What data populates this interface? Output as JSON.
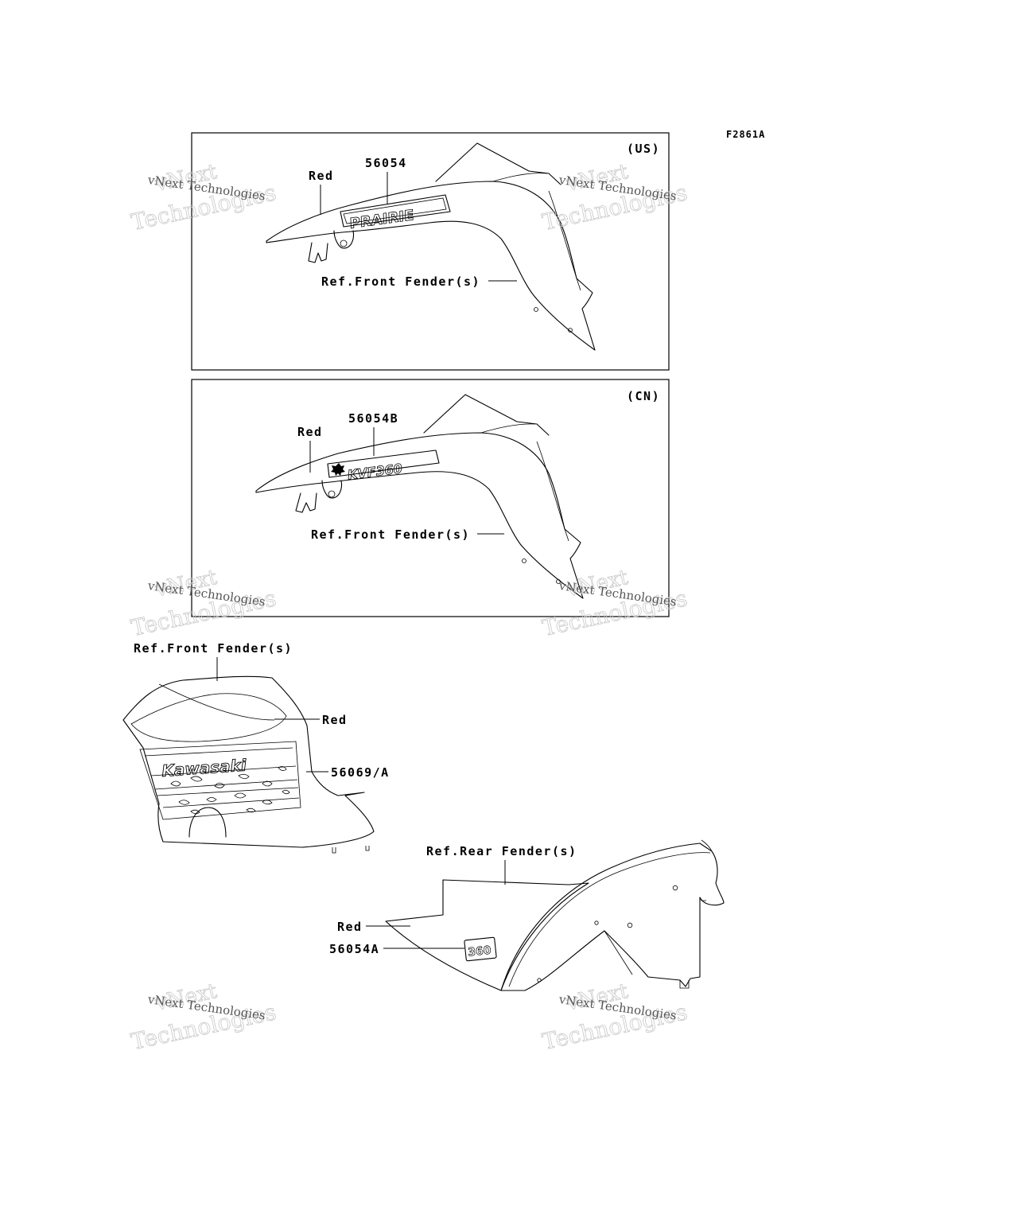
{
  "figure_code": "F2861A",
  "watermark": {
    "line1": "vNext",
    "line2": "Technologies",
    "small": "vNext Technologies"
  },
  "panel_us": {
    "region": "(US)",
    "part_number": "56054",
    "color_label": "Red",
    "ref_label": "Ref.Front Fender(s)",
    "decal_text": "PRAIRIE"
  },
  "panel_cn": {
    "region": "(CN)",
    "part_number": "56054B",
    "color_label": "Red",
    "ref_label": "Ref.Front Fender(s)",
    "decal_text": "KVF360"
  },
  "front_side": {
    "ref_label": "Ref.Front Fender(s)",
    "color_label": "Red",
    "part_number": "56069/A",
    "decal_text": "Kawasaki"
  },
  "rear": {
    "ref_label": "Ref.Rear Fender(s)",
    "color_label": "Red",
    "part_number": "56054A",
    "decal_text": "360"
  }
}
